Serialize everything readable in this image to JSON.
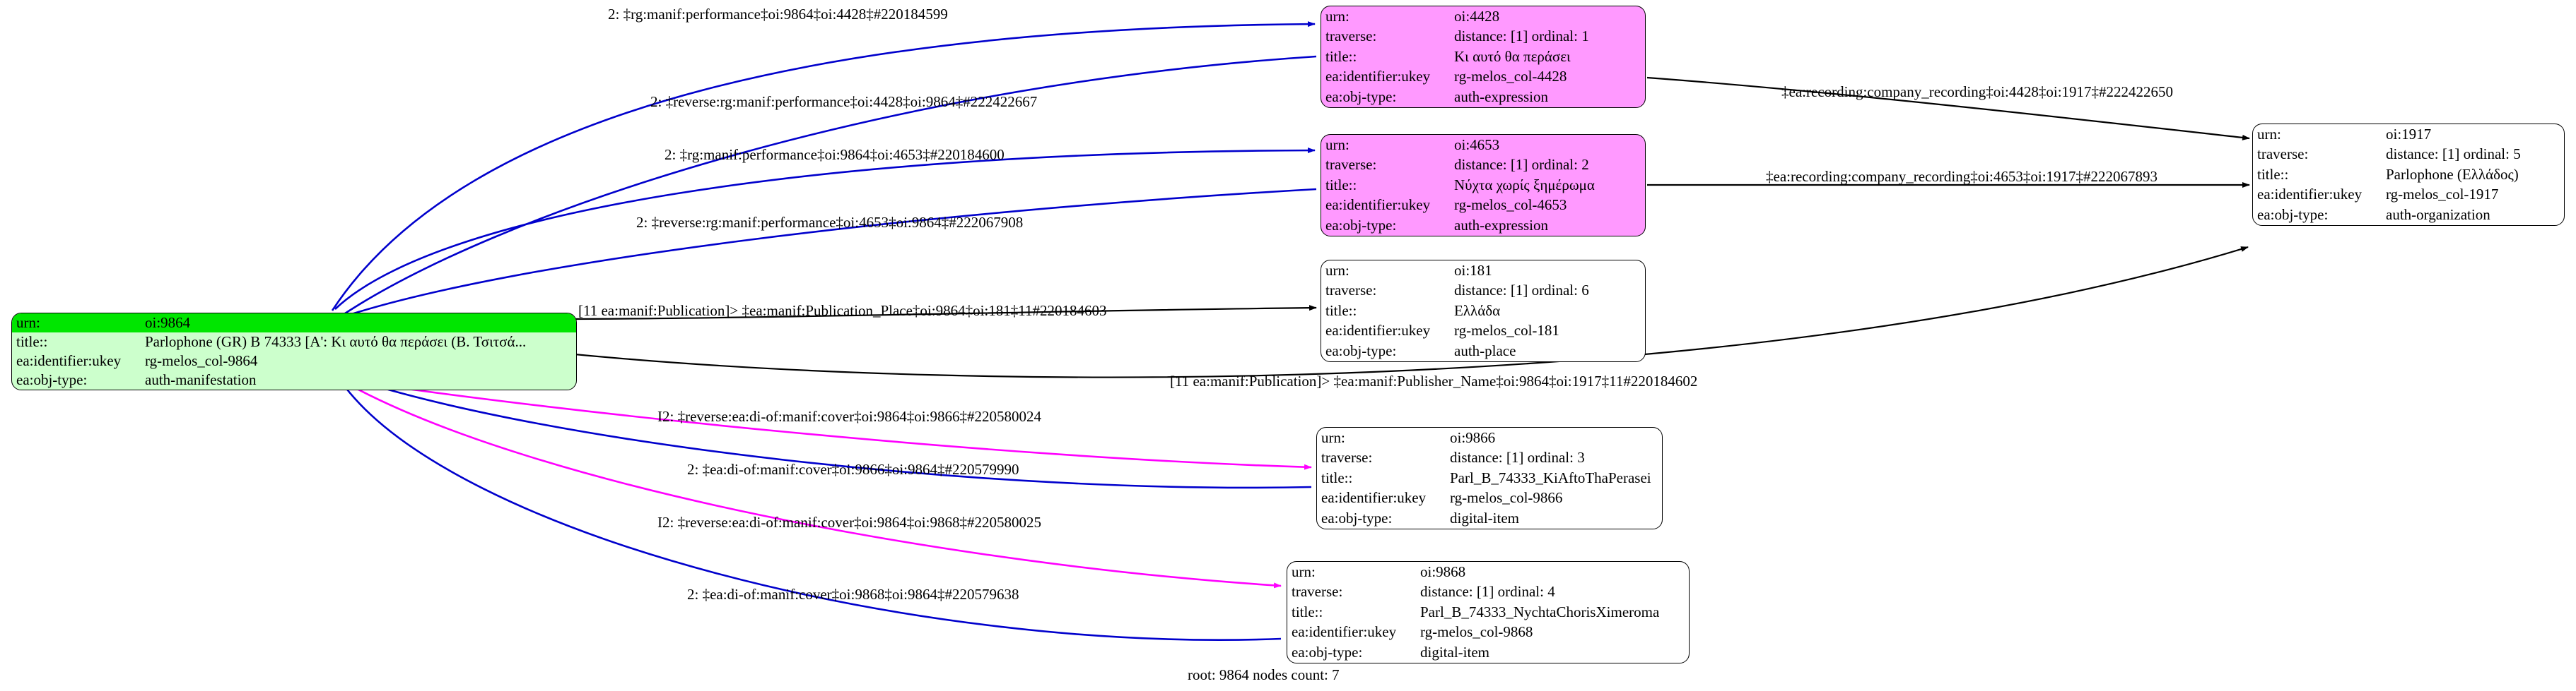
{
  "graph": {
    "footer": "root: 9864 nodes count: 7",
    "colors": {
      "blue_edge": "#0000cc",
      "magenta_edge": "#ff00ff",
      "black_edge": "#000000",
      "root_fill": "#ccffcc",
      "root_highlight": "#00e600",
      "expression_fill": "#ff99ff",
      "default_fill": "#ffffff"
    },
    "nodes": [
      {
        "id": "n9864",
        "kind": "root-manifestation",
        "fill": "root_fill",
        "rows": [
          {
            "key": "urn:",
            "value": "oi:9864",
            "highlight": true
          },
          {
            "key": "title::",
            "value": "Parlophone (GR) B 74333 [A': Κι αυτό θα περάσει (Β. Τσιτσά...",
            "highlight": false
          },
          {
            "key": "ea:identifier:ukey",
            "value": "rg-melos_col-9864",
            "highlight": false
          },
          {
            "key": "ea:obj-type:",
            "value": "auth-manifestation",
            "highlight": false
          }
        ]
      },
      {
        "id": "n4428",
        "kind": "expression",
        "fill": "expression_fill",
        "rows": [
          {
            "key": "urn:",
            "value": "oi:4428",
            "highlight": false
          },
          {
            "key": "traverse:",
            "value": "distance: [1]     ordinal: 1",
            "highlight": false
          },
          {
            "key": "title::",
            "value": "Κι αυτό θα περάσει",
            "highlight": false
          },
          {
            "key": "ea:identifier:ukey",
            "value": "rg-melos_col-4428",
            "highlight": false
          },
          {
            "key": "ea:obj-type:",
            "value": "auth-expression",
            "highlight": false
          }
        ]
      },
      {
        "id": "n4653",
        "kind": "expression",
        "fill": "expression_fill",
        "rows": [
          {
            "key": "urn:",
            "value": "oi:4653",
            "highlight": false
          },
          {
            "key": "traverse:",
            "value": "distance: [1]     ordinal: 2",
            "highlight": false
          },
          {
            "key": "title::",
            "value": "Νύχτα χωρίς ξημέρωμα",
            "highlight": false
          },
          {
            "key": "ea:identifier:ukey",
            "value": "rg-melos_col-4653",
            "highlight": false
          },
          {
            "key": "ea:obj-type:",
            "value": "auth-expression",
            "highlight": false
          }
        ]
      },
      {
        "id": "n181",
        "kind": "place",
        "fill": "default_fill",
        "rows": [
          {
            "key": "urn:",
            "value": "oi:181",
            "highlight": false
          },
          {
            "key": "traverse:",
            "value": "distance: [1]     ordinal: 6",
            "highlight": false
          },
          {
            "key": "title::",
            "value": "Ελλάδα",
            "highlight": false
          },
          {
            "key": "ea:identifier:ukey",
            "value": "rg-melos_col-181",
            "highlight": false
          },
          {
            "key": "ea:obj-type:",
            "value": "auth-place",
            "highlight": false
          }
        ]
      },
      {
        "id": "n1917",
        "kind": "organization",
        "fill": "default_fill",
        "rows": [
          {
            "key": "urn:",
            "value": "oi:1917",
            "highlight": false
          },
          {
            "key": "traverse:",
            "value": "distance: [1]     ordinal: 5",
            "highlight": false
          },
          {
            "key": "title::",
            "value": "Parlophone (Ελλάδος)",
            "highlight": false
          },
          {
            "key": "ea:identifier:ukey",
            "value": "rg-melos_col-1917",
            "highlight": false
          },
          {
            "key": "ea:obj-type:",
            "value": "auth-organization",
            "highlight": false
          }
        ]
      },
      {
        "id": "n9866",
        "kind": "digital-item",
        "fill": "default_fill",
        "rows": [
          {
            "key": "urn:",
            "value": "oi:9866",
            "highlight": false
          },
          {
            "key": "traverse:",
            "value": "distance: [1]     ordinal: 3",
            "highlight": false
          },
          {
            "key": "title::",
            "value": "Parl_B_74333_KiAftoThaPerasei",
            "highlight": false
          },
          {
            "key": "ea:identifier:ukey",
            "value": "rg-melos_col-9866",
            "highlight": false
          },
          {
            "key": "ea:obj-type:",
            "value": "digital-item",
            "highlight": false
          }
        ]
      },
      {
        "id": "n9868",
        "kind": "digital-item",
        "fill": "default_fill",
        "rows": [
          {
            "key": "urn:",
            "value": "oi:9868",
            "highlight": false
          },
          {
            "key": "traverse:",
            "value": "distance: [1]     ordinal: 4",
            "highlight": false
          },
          {
            "key": "title::",
            "value": "Parl_B_74333_NychtaChorisXimeroma",
            "highlight": false
          },
          {
            "key": "ea:identifier:ukey",
            "value": "rg-melos_col-9868",
            "highlight": false
          },
          {
            "key": "ea:obj-type:",
            "value": "digital-item",
            "highlight": false
          }
        ]
      }
    ],
    "edges": [
      {
        "id": "e1",
        "from": "n9864",
        "to": "n4428",
        "color": "blue_edge",
        "label": "2: ‡rg:manif:performance‡oi:9864‡oi:4428‡#220184599"
      },
      {
        "id": "e2",
        "from": "n4428",
        "to": "n9864",
        "color": "blue_edge",
        "label": "2: ‡reverse:rg:manif:performance‡oi:4428‡oi:9864‡#222422667"
      },
      {
        "id": "e3",
        "from": "n9864",
        "to": "n4653",
        "color": "blue_edge",
        "label": "2: ‡rg:manif:performance‡oi:9864‡oi:4653‡#220184600"
      },
      {
        "id": "e4",
        "from": "n4653",
        "to": "n9864",
        "color": "blue_edge",
        "label": "2: ‡reverse:rg:manif:performance‡oi:4653‡oi:9864‡#222067908"
      },
      {
        "id": "e5",
        "from": "n9864",
        "to": "n181",
        "color": "black_edge",
        "label": "[11 ea:manif:Publication]> ‡ea:manif:Publication_Place‡oi:9864‡oi:181‡11#220184603"
      },
      {
        "id": "e6",
        "from": "n9864",
        "to": "n1917",
        "color": "black_edge",
        "label": "[11 ea:manif:Publication]> ‡ea:manif:Publisher_Name‡oi:9864‡oi:1917‡11#220184602"
      },
      {
        "id": "e7",
        "from": "n4428",
        "to": "n1917",
        "color": "black_edge",
        "label": "‡ea:recording:company_recording‡oi:4428‡oi:1917‡#222422650"
      },
      {
        "id": "e8",
        "from": "n4653",
        "to": "n1917",
        "color": "black_edge",
        "label": "‡ea:recording:company_recording‡oi:4653‡oi:1917‡#222067893"
      },
      {
        "id": "e9",
        "from": "n9864",
        "to": "n9866",
        "color": "magenta_edge",
        "label": "I2: ‡reverse:ea:di-of:manif:cover‡oi:9864‡oi:9866‡#220580024"
      },
      {
        "id": "e10",
        "from": "n9866",
        "to": "n9864",
        "color": "blue_edge",
        "label": "2: ‡ea:di-of:manif:cover‡oi:9866‡oi:9864‡#220579990"
      },
      {
        "id": "e11",
        "from": "n9864",
        "to": "n9868",
        "color": "magenta_edge",
        "label": "I2: ‡reverse:ea:di-of:manif:cover‡oi:9864‡oi:9868‡#220580025"
      },
      {
        "id": "e12",
        "from": "n9868",
        "to": "n9864",
        "color": "blue_edge",
        "label": "2: ‡ea:di-of:manif:cover‡oi:9868‡oi:9864‡#220579638"
      }
    ]
  }
}
